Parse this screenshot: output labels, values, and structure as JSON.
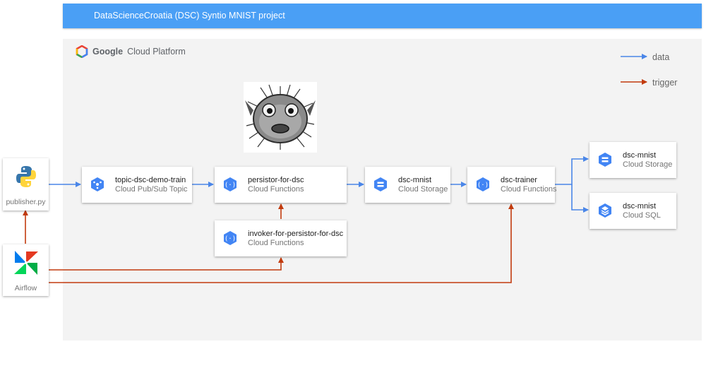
{
  "header": {
    "title": "DataScienceCroatia (DSC) Syntio MNIST project"
  },
  "platform": {
    "brand": "Google",
    "product": "Cloud Platform"
  },
  "legend": {
    "data_label": "data",
    "trigger_label": "trigger"
  },
  "colors": {
    "data": "#4a86e8",
    "trigger": "#c23b0e",
    "header": "#4a9ff5",
    "gcp_bg": "#f3f3f3"
  },
  "external": {
    "publisher": {
      "label": "publisher.py",
      "icon": "python-icon"
    },
    "airflow": {
      "label": "Airflow",
      "icon": "airflow-icon"
    }
  },
  "mascot": {
    "icon": "pufferfish-image"
  },
  "nodes": {
    "topic": {
      "name": "topic-dsc-demo-train",
      "service": "Cloud Pub/Sub Topic",
      "icon": "pubsub-icon"
    },
    "persistor": {
      "name": "persistor-for-dsc",
      "service": "Cloud Functions",
      "icon": "functions-icon"
    },
    "invoker": {
      "name": "invoker-for-persistor-for-dsc",
      "service": "Cloud Functions",
      "icon": "functions-icon"
    },
    "storage1": {
      "name": "dsc-mnist",
      "service": "Cloud Storage",
      "icon": "storage-icon"
    },
    "trainer": {
      "name": "dsc-trainer",
      "service": "Cloud Functions",
      "icon": "functions-icon"
    },
    "storage2": {
      "name": "dsc-mnist",
      "service": "Cloud Storage",
      "icon": "storage-icon"
    },
    "sql": {
      "name": "dsc-mnist",
      "service": "Cloud SQL",
      "icon": "sql-icon"
    }
  }
}
